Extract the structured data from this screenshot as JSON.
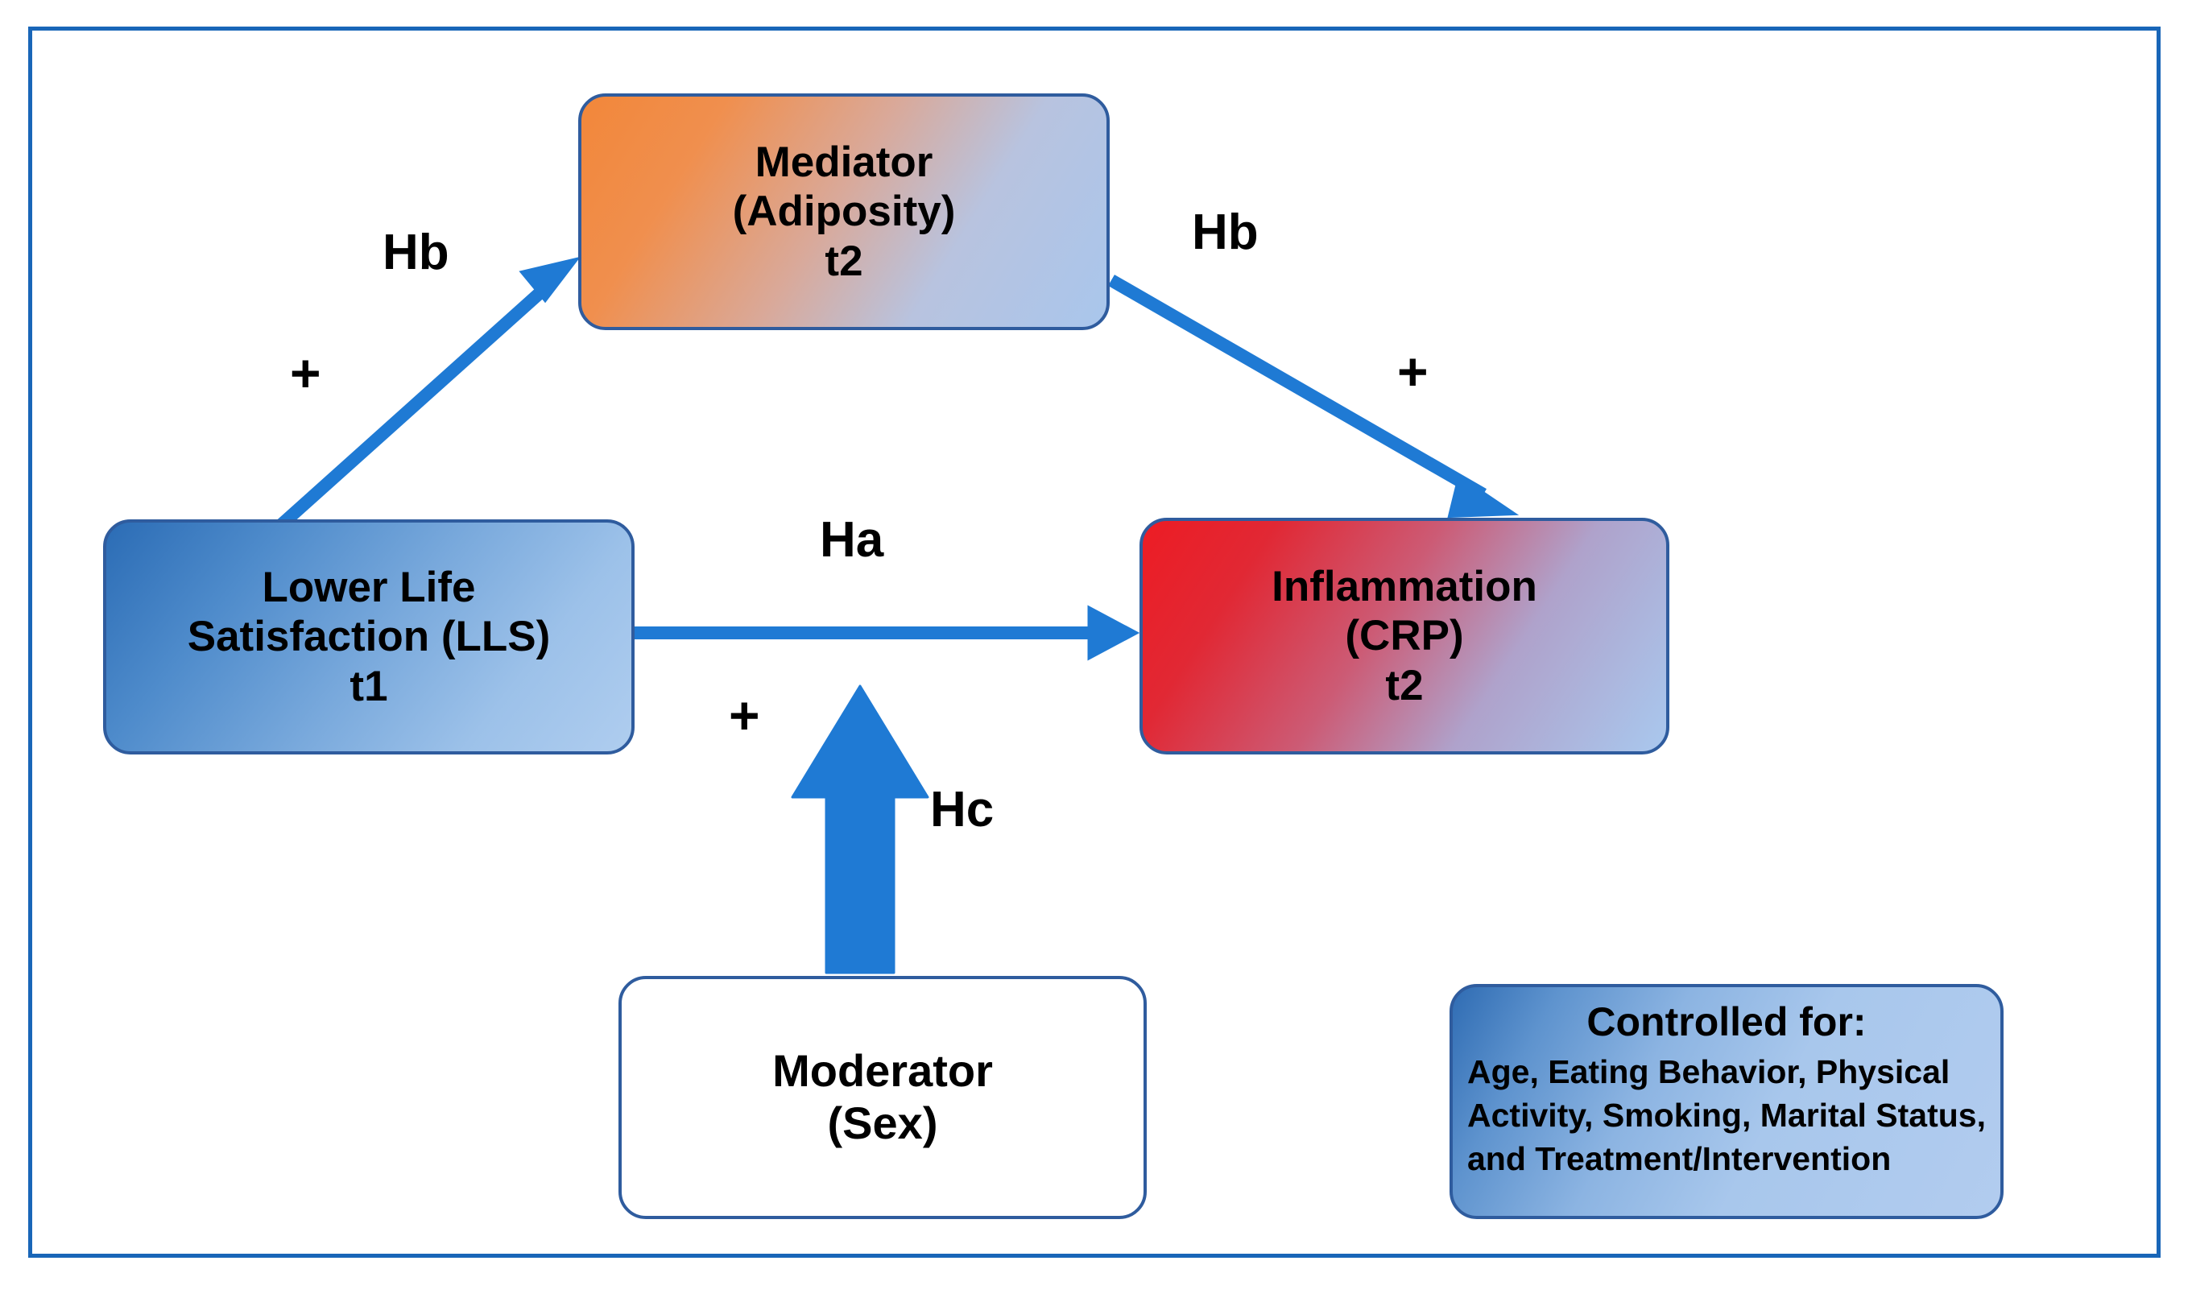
{
  "figure": {
    "frame_color": "#1966B8",
    "arrow_color": "#1F7AD4",
    "node_border_color": "#2F5C9E"
  },
  "nodes": {
    "mediator": {
      "name": "mediator-node",
      "lines": [
        "Mediator",
        "(Adiposity)",
        "t2"
      ]
    },
    "predictor": {
      "name": "lower-life-satisfaction-node",
      "lines": [
        "Lower Life",
        "Satisfaction (LLS)",
        "t1"
      ]
    },
    "outcome": {
      "name": "inflammation-node",
      "lines": [
        "Inflammation",
        "(CRP)",
        "t2"
      ]
    },
    "moderator": {
      "name": "moderator-node",
      "lines": [
        "Moderator",
        "(Sex)"
      ]
    },
    "controlled": {
      "name": "controlled-for-node",
      "heading": "Controlled for:",
      "lines": [
        "Age, Eating Behavior, Physical",
        "Activity, Smoking, Marital Status,",
        "and  Treatment/Intervention"
      ]
    }
  },
  "edges": {
    "lls_to_mediator": {
      "label": "Hb",
      "sign": "+"
    },
    "mediator_to_inflammation": {
      "label": "Hb",
      "sign": "+"
    },
    "lls_to_inflammation": {
      "label": "Ha",
      "sign": "+"
    },
    "moderator_to_path": {
      "label": "Hc"
    }
  }
}
